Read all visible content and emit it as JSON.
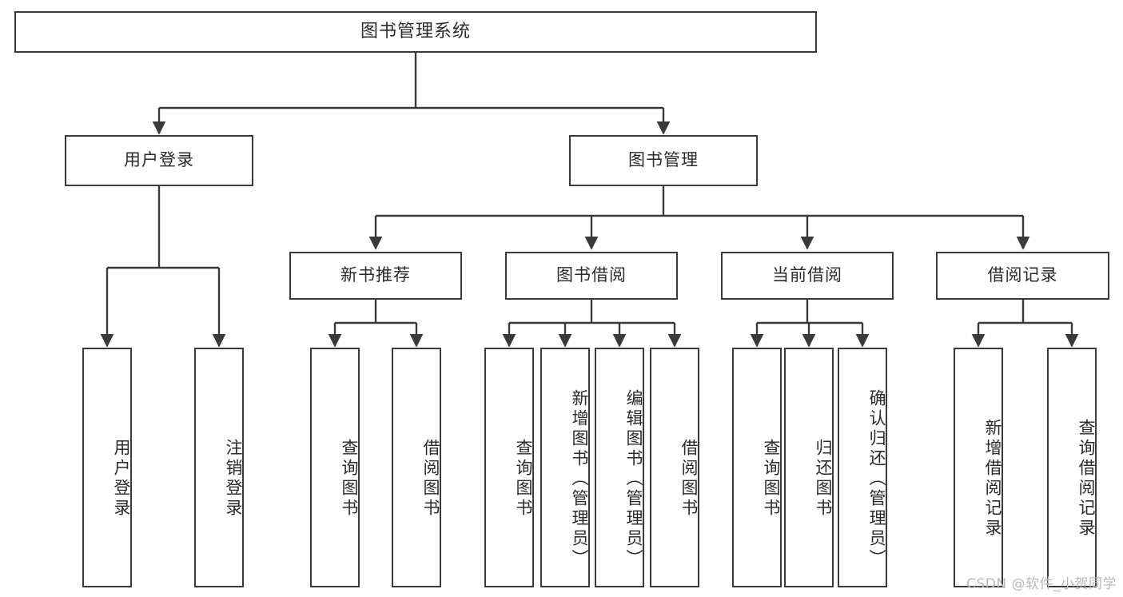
{
  "diagram": {
    "type": "tree",
    "title": "图书管理系统",
    "watermark": "CSDN @软件_小贺同学",
    "style": {
      "stroke": "#3a3a3a",
      "fill": "#ffffff",
      "text": "#2b2b2b",
      "background": "#ffffff",
      "watermark_color": "#b9b9b9"
    },
    "nodes": {
      "root": {
        "label": "图书管理系统"
      },
      "level2": [
        {
          "id": "user-login",
          "label": "用户登录"
        },
        {
          "id": "book-manage",
          "label": "图书管理"
        }
      ],
      "level3": [
        {
          "id": "new-book-recommend",
          "label": "新书推荐"
        },
        {
          "id": "book-borrow",
          "label": "图书借阅"
        },
        {
          "id": "current-borrow",
          "label": "当前借阅"
        },
        {
          "id": "borrow-record",
          "label": "借阅记录"
        }
      ],
      "leaves": {
        "user-login": [
          {
            "id": "leaf-user-login",
            "label": "用户登录"
          },
          {
            "id": "leaf-user-logout",
            "label": "注销登录"
          }
        ],
        "new-book-recommend": [
          {
            "id": "leaf-query-book-1",
            "label": "查询图书"
          },
          {
            "id": "leaf-borrow-book-1",
            "label": "借阅图书"
          }
        ],
        "book-borrow": [
          {
            "id": "leaf-query-book-2",
            "label": "查询图书"
          },
          {
            "id": "leaf-add-book",
            "label": "新增图书（管理员）"
          },
          {
            "id": "leaf-edit-book",
            "label": "编辑图书（管理员）"
          },
          {
            "id": "leaf-borrow-book-2",
            "label": "借阅图书"
          }
        ],
        "current-borrow": [
          {
            "id": "leaf-query-book-3",
            "label": "查询图书"
          },
          {
            "id": "leaf-return-book",
            "label": "归还图书"
          },
          {
            "id": "leaf-confirm-return",
            "label": "确认归还（管理员）"
          }
        ],
        "borrow-record": [
          {
            "id": "leaf-add-record",
            "label": "新增借阅记录"
          },
          {
            "id": "leaf-query-record",
            "label": "查询借阅记录"
          }
        ]
      }
    }
  }
}
